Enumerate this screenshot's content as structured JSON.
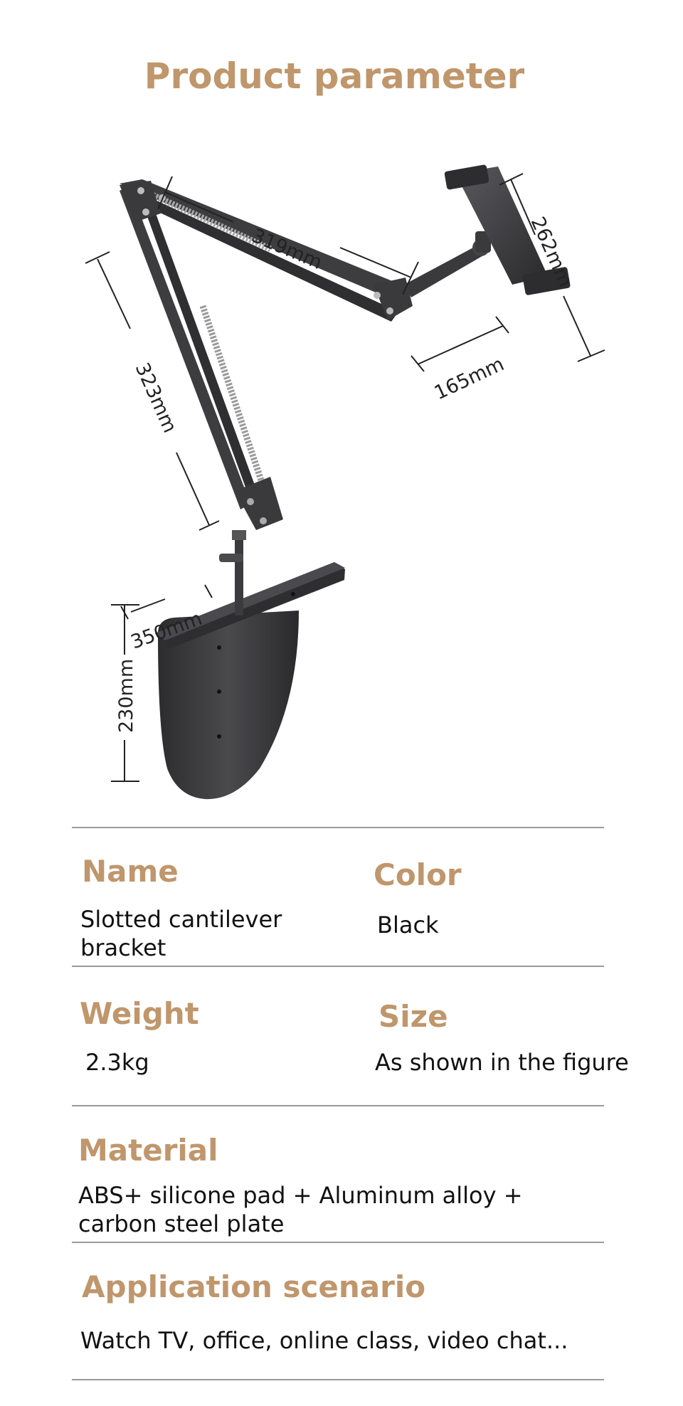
{
  "title": "Product parameter",
  "dimensions": {
    "upper_arm": "319mm",
    "lower_arm": "323mm",
    "holder_height": "262mm",
    "holder_arm": "165mm",
    "clamp_depth": "350mm",
    "clamp_height": "230mm"
  },
  "specs": {
    "name": {
      "label": "Name",
      "value_line1": "Slotted cantilever",
      "value_line2": "bracket"
    },
    "color": {
      "label": "Color",
      "value": "Black"
    },
    "weight": {
      "label": "Weight",
      "value": "2.3kg"
    },
    "size": {
      "label": "Size",
      "value": "As shown in the figure"
    },
    "material": {
      "label": "Material",
      "value_line1": "ABS+ silicone pad + Aluminum alloy +",
      "value_line2": "carbon steel plate"
    },
    "application": {
      "label": "Application scenario",
      "value": "Watch TV, office, online class, video chat..."
    }
  },
  "colors": {
    "accent": "#c0966c",
    "metal": "#3a3a3c"
  }
}
